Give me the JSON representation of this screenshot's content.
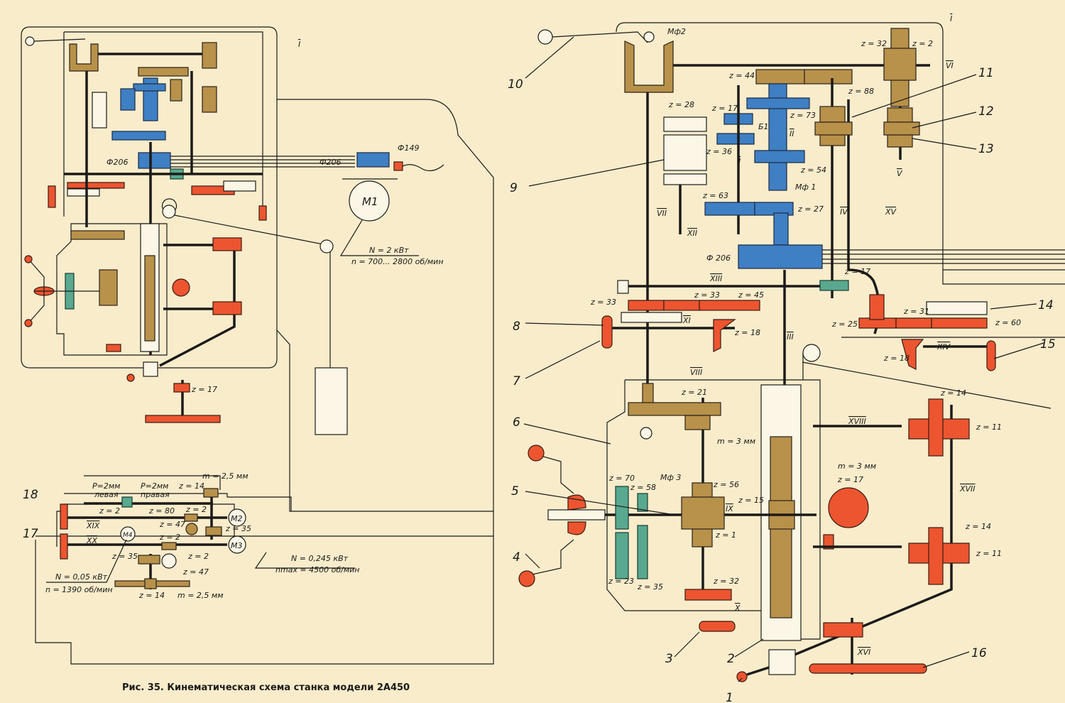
{
  "caption": "Рис. 35. Кинематическая схема станка модели 2А450",
  "colors": {
    "background": "#f8eccb",
    "brown": "#b8914a",
    "blue": "#3f7fc3",
    "red": "#ec5530",
    "green": "#58a98f"
  },
  "left_diagram": {
    "frame_label": "I",
    "pulley_206": "Ф206",
    "pulley_149": "Ф149",
    "motor_m1": "M1",
    "m1_power": "N = 2 кВт",
    "m1_speed": "n = 700... 2800 об/мин",
    "z17": "z = 17",
    "callout_18": "18",
    "callout_17": "17",
    "table": {
      "p_left": "P=2мм",
      "left": "левая",
      "p_right": "P=2мм",
      "right": "правая",
      "m_top": "m = 2,5 мм",
      "z14_top": "z = 14",
      "z2_a": "z = 2",
      "z80": "z = 80",
      "z2_b": "z = 2",
      "z47_a": "z = 47",
      "z35_a": "z = 35",
      "z2_c": "z = 2",
      "z35_b": "z = 35",
      "z2_d": "z = 2",
      "z47_b": "z = 47",
      "z14_bottom": "z = 14",
      "m_bottom": "m = 2,5 мм",
      "shaft_xix": "XIX",
      "shaft_xx": "XX",
      "motor_m2": "M2",
      "motor_m3": "M3",
      "motor_m4": "M4",
      "m23_power": "N = 0,245 кВт",
      "m23_speed": "nmax = 4500 об/мин",
      "m4_power": "N = 0,05 кВт",
      "m4_speed": "n = 1390 об/мин"
    }
  },
  "right_diagram": {
    "frame_label": "I",
    "callouts": [
      "1",
      "2",
      "3",
      "4",
      "5",
      "6",
      "7",
      "8",
      "9",
      "10",
      "11",
      "12",
      "13",
      "14",
      "15",
      "16"
    ],
    "shafts": {
      "I": "I",
      "II": "II",
      "III": "III",
      "IV": "IV",
      "V": "V",
      "VI": "VI",
      "VII": "VII",
      "VIII": "VIII",
      "IX": "IX",
      "X": "X",
      "XI": "XI",
      "XII": "XII",
      "XIII": "XIII",
      "XIV": "XIV",
      "XV": "XV",
      "XVI": "XVI",
      "XVII": "XVII",
      "XVIII": "XVIII"
    },
    "clutches": {
      "mf1": "Мф 1",
      "mf2": "Мф2",
      "mf3": "Мф 3",
      "b1": "Б1"
    },
    "pulley": "Ф 206",
    "gears": {
      "z32_top": "z = 32",
      "z2_top": "z = 2",
      "z44": "z = 44",
      "z88": "z = 88",
      "z28": "z = 28",
      "z73": "z = 73",
      "z17_b": "z = 17",
      "z36": "z = 36",
      "z54": "z = 54",
      "z63": "z = 63",
      "z27": "z = 27",
      "z17_green": "z = 17",
      "z33_a": "z = 33",
      "z33_b": "z = 33",
      "z45": "z = 45",
      "z18_a": "z = 18",
      "z31": "z = 31",
      "z25": "z = 25",
      "z60": "z = 60",
      "z18_b": "z = 18",
      "z21": "z = 21",
      "m3_a": "m = 3 мм",
      "m3_b": "m = 3 мм",
      "z17_c": "z = 17",
      "z70": "z = 70",
      "z58": "z = 58",
      "z56": "z = 56",
      "z15": "z = 15",
      "z1": "z = 1",
      "z23": "z = 23",
      "z35": "z = 35",
      "z32": "z = 32",
      "z14_a": "z = 14",
      "z11_a": "z = 11",
      "z14_b": "z = 14",
      "z11_b": "z = 11"
    }
  }
}
